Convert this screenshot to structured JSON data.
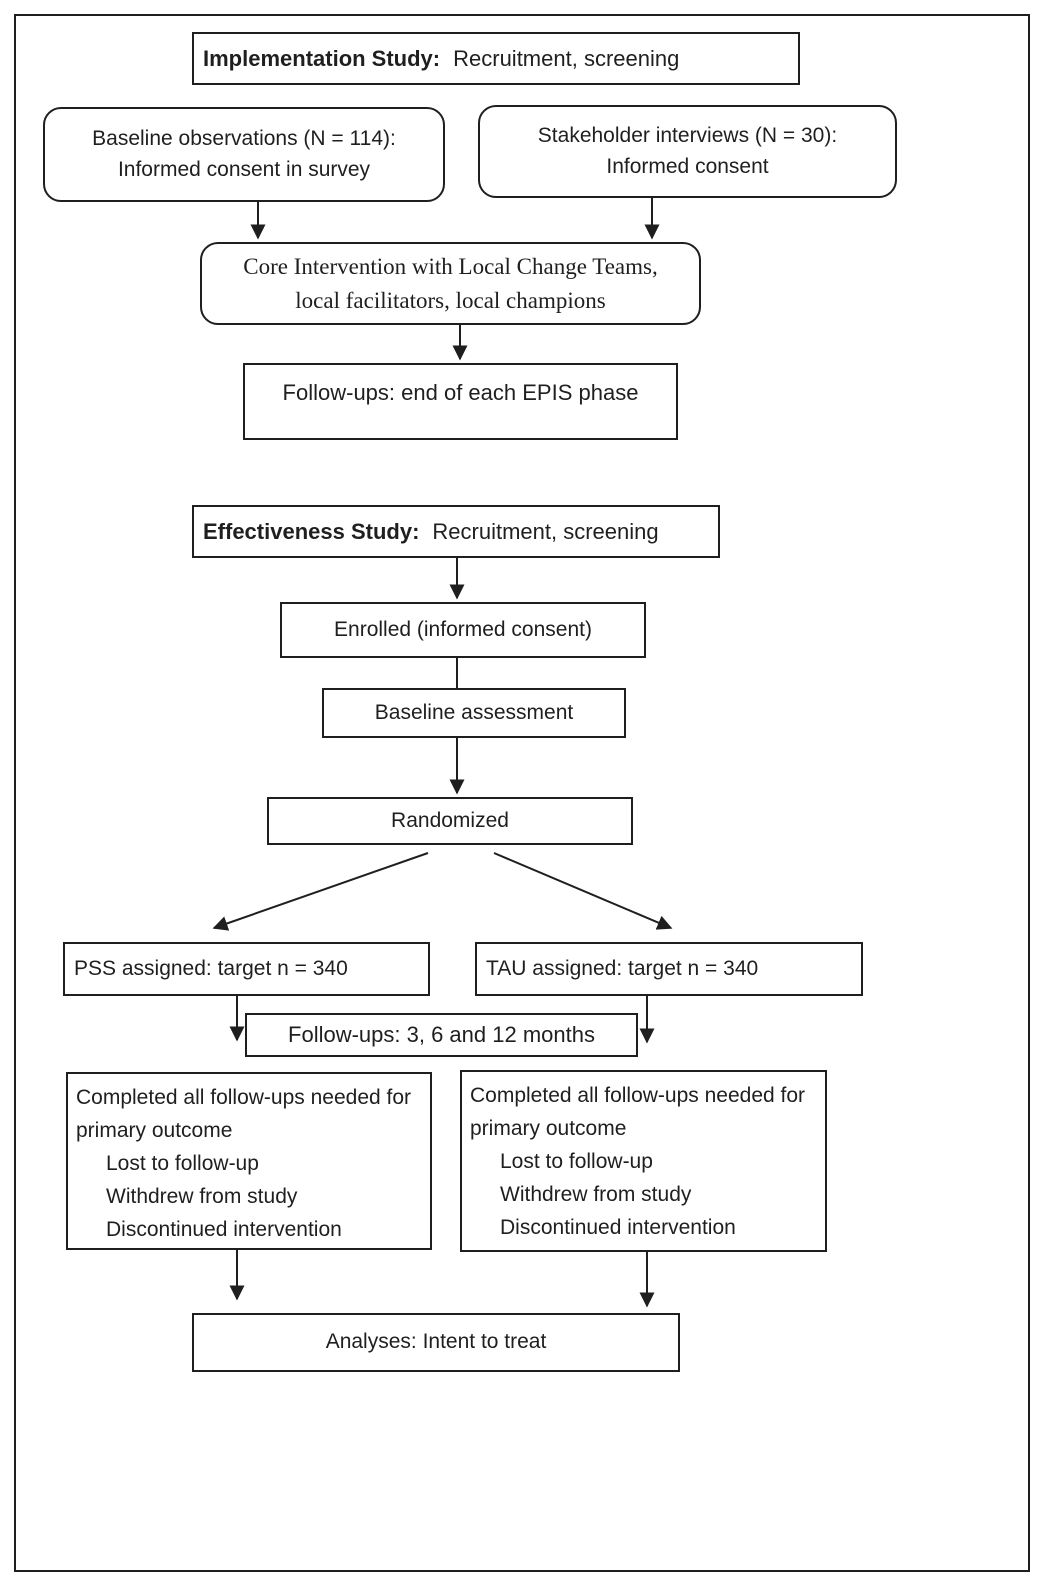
{
  "figure": {
    "background": "#ffffff",
    "line_color": "#1f1f1f",
    "boxes": {
      "implementation_header": {
        "label": "Implementation Study:",
        "text": "Recruitment, screening"
      },
      "baseline_observations": {
        "line1": "Baseline observations (N = 114):",
        "line2": "Informed consent in survey"
      },
      "stakeholder_interviews": {
        "line1": "Stakeholder interviews (N = 30):",
        "line2": "Informed consent"
      },
      "core_intervention": {
        "line1": "Core Intervention with Local Change Teams,",
        "line2": "local facilitators, local champions"
      },
      "followups_epis": {
        "text": "Follow-ups: end of each EPIS phase"
      },
      "effectiveness_header": {
        "label": "Effectiveness Study:",
        "text": "Recruitment, screening"
      },
      "enrolled": {
        "text": "Enrolled (informed consent)"
      },
      "baseline_assessment": {
        "text": "Baseline assessment"
      },
      "randomized": {
        "text": "Randomized"
      },
      "pss_assigned": {
        "text": "PSS assigned: target n = 340"
      },
      "tau_assigned": {
        "text": "TAU assigned: target n = 340"
      },
      "followups_months": {
        "text": "Follow-ups: 3, 6 and 12 months"
      },
      "completed_pss": {
        "lines": [
          "Completed all follow-ups needed for",
          "primary outcome",
          "Lost to follow-up",
          "Withdrew from study",
          "Discontinued intervention"
        ]
      },
      "completed_tau": {
        "lines": [
          "Completed all follow-ups needed for",
          "primary outcome",
          "Lost to follow-up",
          "Withdrew from study",
          "Discontinued intervention"
        ]
      },
      "analyses": {
        "text": "Analyses: Intent to treat"
      }
    }
  }
}
